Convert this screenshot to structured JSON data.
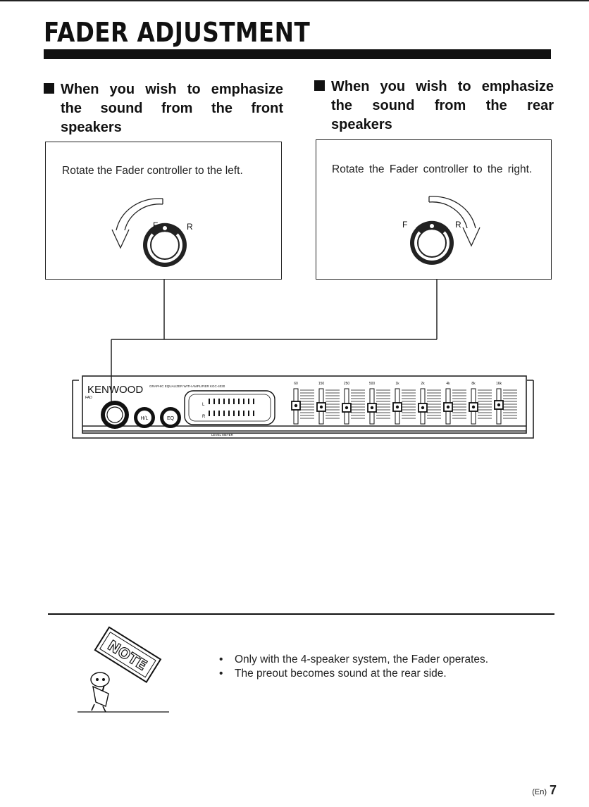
{
  "page": {
    "title": "FADER ADJUSTMENT",
    "left_section": {
      "heading_lines": [
        "When you wish to emphasize",
        "the sound from the front",
        "speakers"
      ],
      "instruction": "Rotate the Fader controller to the left.",
      "knob_labels": {
        "left": "F",
        "right": "R"
      }
    },
    "right_section": {
      "heading_lines": [
        "When you wish to emphasize",
        "the sound from the rear",
        "speakers"
      ],
      "instruction": "Rotate the Fader controller to the right.",
      "knob_labels": {
        "left": "F",
        "right": "R"
      }
    },
    "device": {
      "brand": "KENWOOD",
      "model_text": "GRAPHIC EQUALIZER WITH AMPLIFIER KGC-4030",
      "fad_label": "FAD",
      "buttons": [
        "H/L",
        "EQ"
      ],
      "level_meter_label": "LEVEL METER",
      "meter_channels": [
        "L",
        "R"
      ],
      "band_labels": [
        "60",
        "150",
        "250",
        "500",
        "1k",
        "2k",
        "4k",
        "8k",
        "16k"
      ]
    },
    "note": {
      "badge": "NOTE",
      "items": [
        "Only with the 4-speaker system, the Fader operates.",
        "The preout becomes sound at the rear side."
      ]
    },
    "footer": {
      "lang": "(En)",
      "page_number": "7"
    }
  }
}
